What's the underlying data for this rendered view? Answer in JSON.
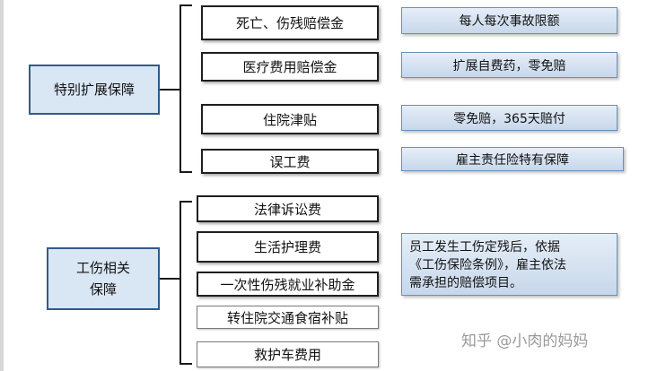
{
  "groups": [
    {
      "category": "特别扩展保障",
      "items": [
        "死亡、伤残赔偿金",
        "医疗费用赔偿金",
        "住院津贴",
        "误工费"
      ],
      "notes": [
        "每人每次事故限额",
        "扩展自费药，零免赔",
        "零免赔，365天赔付",
        "雇主责任险特有保障"
      ]
    },
    {
      "category_lines": [
        "工伤相关",
        "保障"
      ],
      "items": [
        "法律诉讼费",
        "生活护理费",
        "一次性伤残就业补助金",
        "转住院交通食宿补贴",
        "救护车费用"
      ],
      "note_lines": [
        "员工发生工伤定残后，依据",
        "《工伤保险条例》，雇主依法",
        "需承担的赔偿项目。"
      ]
    }
  ],
  "watermark": "知乎 @小肉的妈妈"
}
